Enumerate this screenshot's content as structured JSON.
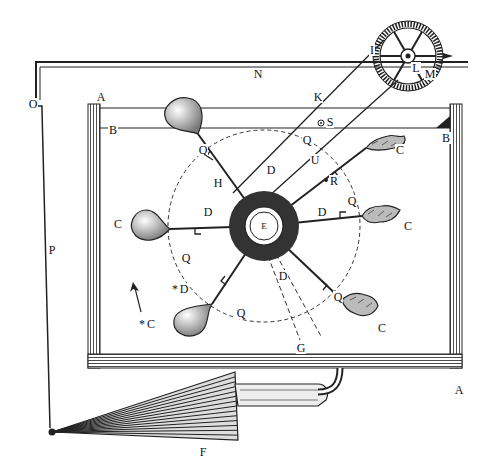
{
  "diagram": {
    "labels": [
      "O",
      "A",
      "N",
      "I",
      "M",
      "L",
      "K",
      "B",
      "B",
      "C",
      "S",
      "Q",
      "Q",
      "U",
      "D",
      "R",
      "H",
      "E",
      "D",
      "D",
      "Q",
      "C",
      "C",
      "Q",
      "D",
      "Q",
      "C",
      "*",
      "D",
      "*",
      "C",
      "Q",
      "G",
      "P",
      "A",
      "F"
    ]
  }
}
